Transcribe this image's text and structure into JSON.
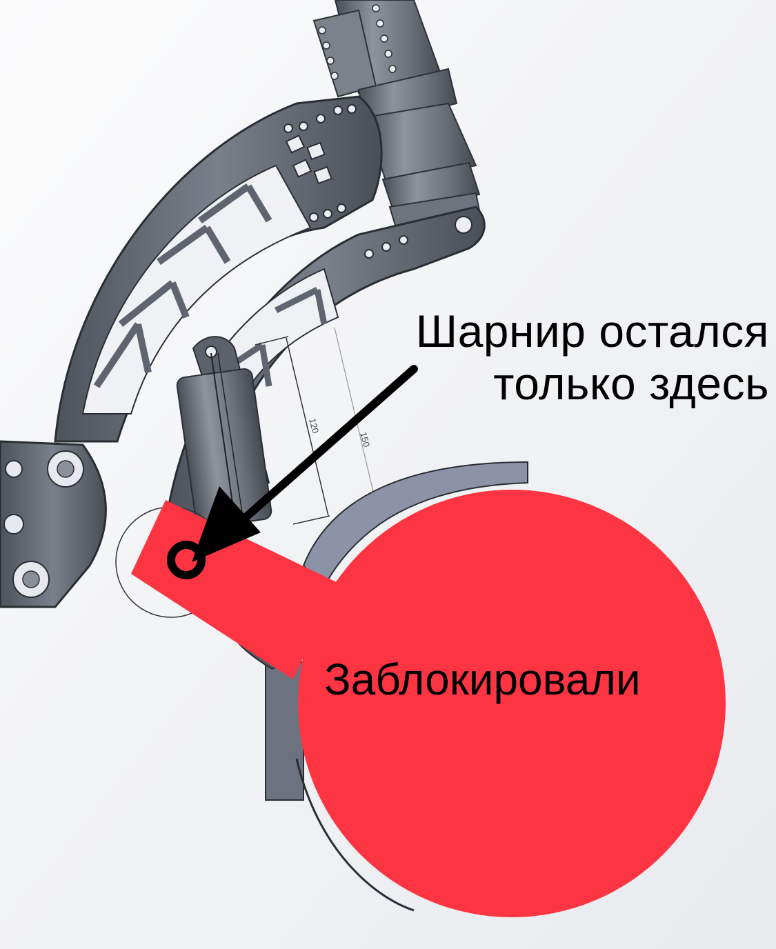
{
  "annotations": {
    "hinge_label_line1": "Шарнир остался",
    "hinge_label_line2": "только здесь",
    "blocked_label": "Заблокировали"
  },
  "dimensions": {
    "inner_value": "120",
    "outer_value": "150"
  },
  "colors": {
    "background": "#f3f4f7",
    "frame_metal": "#5f6470",
    "frame_dark": "#3e424b",
    "frame_light": "#8a8f9a",
    "block_overlay": "#fd3442",
    "arrow": "#000000",
    "hinge_ring": "#000000"
  },
  "icons": {
    "arrow": "arrow-pointer-icon",
    "hinge": "hinge-ring-icon",
    "torx": "torx-screw-icon"
  }
}
